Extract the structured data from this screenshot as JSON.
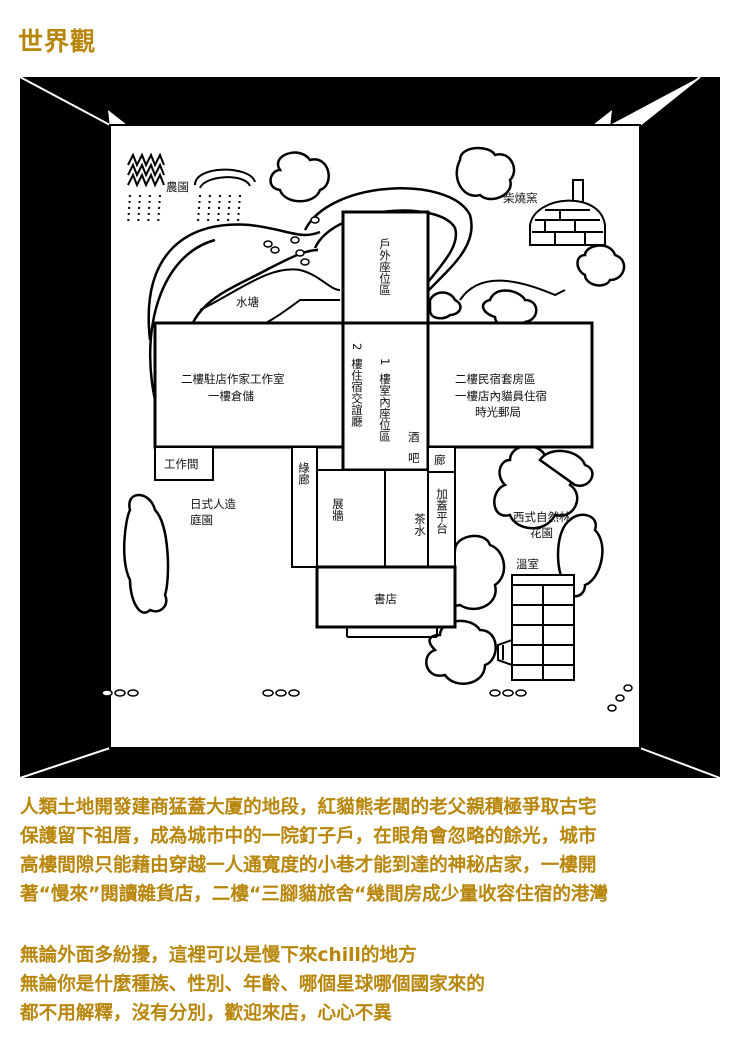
{
  "page": {
    "title": "世界觀",
    "accent_color": "#b8860b"
  },
  "map": {
    "labels": {
      "farm": "農園",
      "kiln": "柴燒窯",
      "pond": "水塘",
      "outdoor_seating": "戶外座位區",
      "left_building_line1": "二樓駐店作家工作室",
      "left_building_line2": "一樓倉儲",
      "stairs_num": "2",
      "stairs": "樓住宿交誼廳",
      "indoor_num": "1",
      "indoor": "樓室內座位區",
      "bar_1": "酒",
      "bar_2": "吧",
      "right_building_line1": "二樓民宿套房區",
      "right_building_line2": "一樓店內貓員住宿",
      "right_building_line3": "時光郵局",
      "workroom": "工作間",
      "corridor_left": "綠廊",
      "corridor_right": "廊",
      "japanese_garden_line1": "日式人造",
      "japanese_garden_line2": "庭園",
      "gallery": "展牆",
      "tea": "茶水",
      "terrace": "加蓋平台",
      "western_garden_line1": "西式自然林",
      "western_garden_line2": "花園",
      "greenhouse": "溫室",
      "bookstore": "書店"
    },
    "icons": [
      "farm-icon",
      "kiln-icon",
      "greenhouse-icon",
      "tree-icon",
      "footprint-icon"
    ]
  },
  "description": {
    "paragraph1": [
      "人類土地開發建商猛蓋大廈的地段，紅貓熊老闆的老父親積極爭取古宅",
      "保護留下祖厝，成為城市中的一院釘子戶，在眼角會忽略的餘光，城市",
      "高樓間隙只能藉由穿越一人通寬度的小巷才能到達的神秘店家，一樓開",
      "著“慢來”閱讀雜貨店，二樓“三腳貓旅舍“幾間房成少量收容住宿的港灣"
    ],
    "paragraph2": [
      "無論外面多紛擾，這裡可以是慢下來chill的地方",
      "無論你是什麼種族、性別、年齡、哪個星球哪個國家來的",
      "都不用解釋，沒有分別，歡迎來店，心心不異"
    ]
  }
}
